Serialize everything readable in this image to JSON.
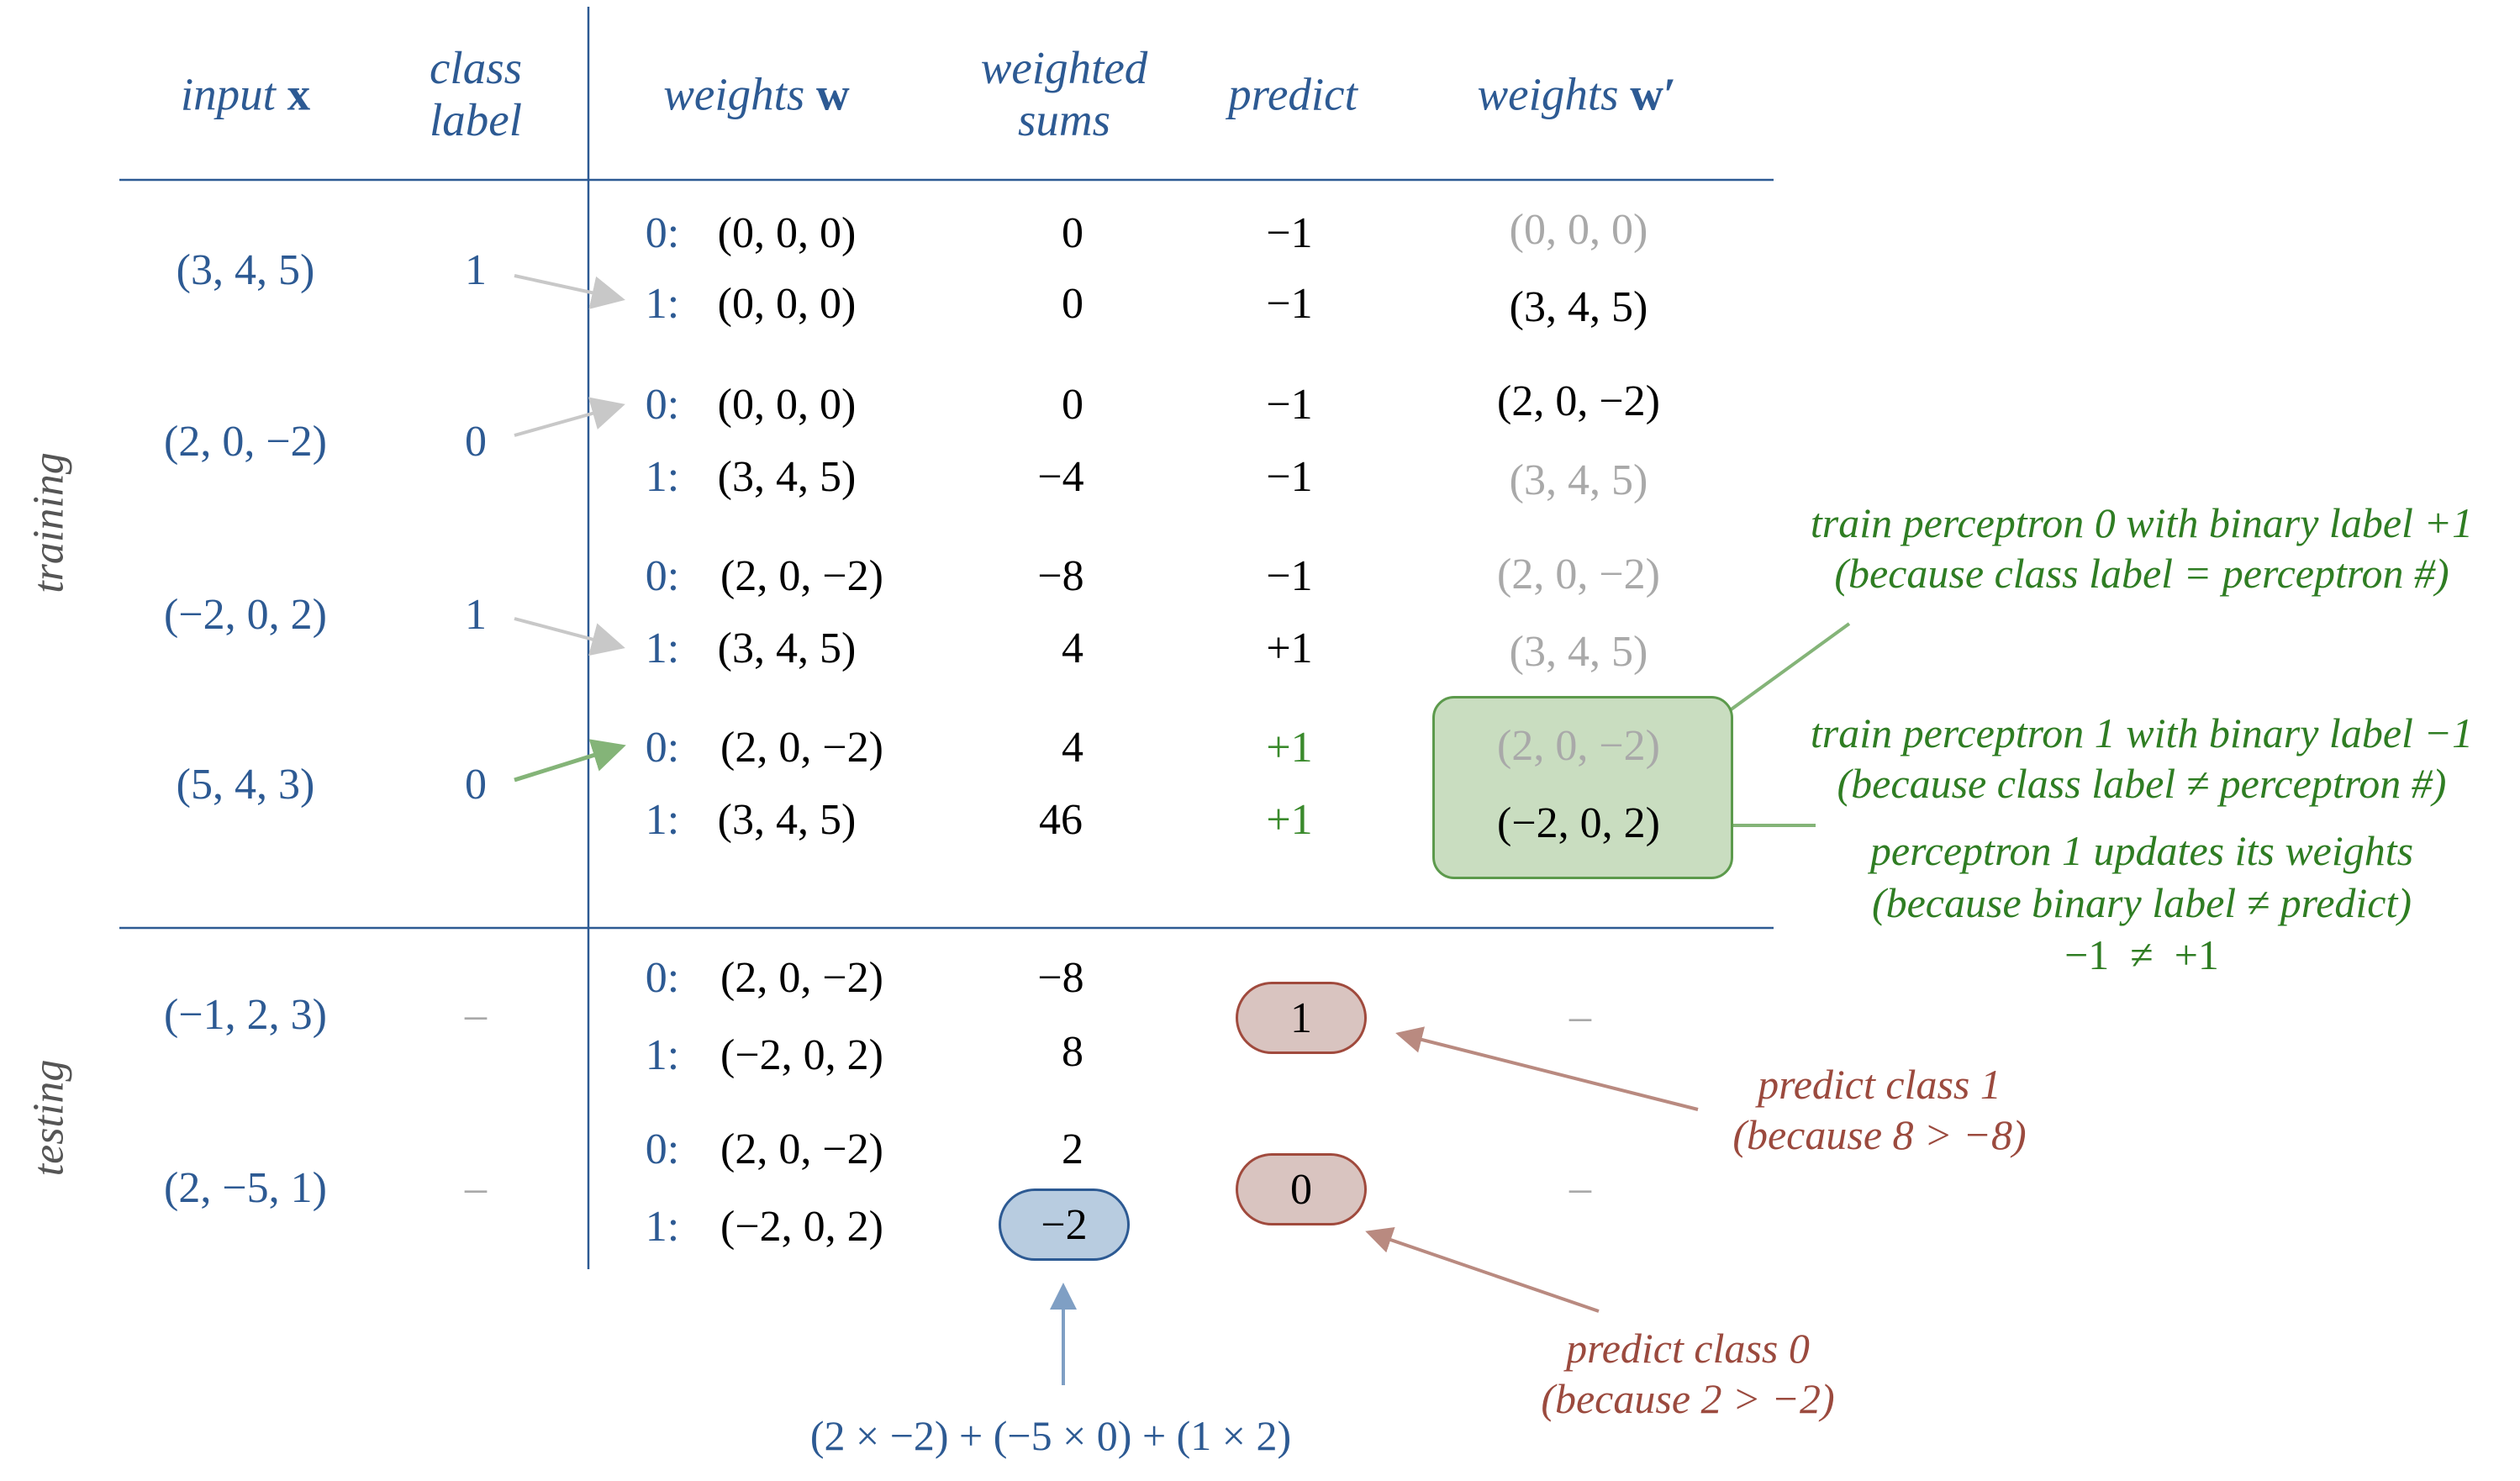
{
  "headers": {
    "input": "input",
    "input_bold": "x",
    "class_line1": "class",
    "class_line2": "label",
    "weights": "weights",
    "weights_bold": "w",
    "wsums_line1": "weighted",
    "wsums_line2": "sums",
    "predict": "predict",
    "wprime": "weights",
    "wprime_bold": "w′"
  },
  "side_labels": {
    "training": "training",
    "testing": "testing"
  },
  "training": [
    {
      "input": "(3, 4, 5)",
      "label": "1",
      "rows": [
        {
          "idx": "0:",
          "w": "(0, 0, 0)",
          "sum": "0",
          "pred": "−1",
          "wp": "(0, 0, 0)"
        },
        {
          "idx": "1:",
          "w": "(0, 0, 0)",
          "sum": "0",
          "pred": "−1",
          "wp": "(3, 4, 5)"
        }
      ]
    },
    {
      "input": "(2, 0, −2)",
      "label": "0",
      "rows": [
        {
          "idx": "0:",
          "w": "(0, 0, 0)",
          "sum": "0",
          "pred": "−1",
          "wp": "(2, 0, −2)"
        },
        {
          "idx": "1:",
          "w": "(3, 4, 5)",
          "sum": "−4",
          "pred": "−1",
          "wp": "(3, 4, 5)"
        }
      ]
    },
    {
      "input": "(−2, 0, 2)",
      "label": "1",
      "rows": [
        {
          "idx": "0:",
          "w": "(2, 0, −2)",
          "sum": "−8",
          "pred": "−1",
          "wp": "(2, 0, −2)"
        },
        {
          "idx": "1:",
          "w": "(3, 4, 5)",
          "sum": "4",
          "pred": "+1",
          "wp": "(3, 4, 5)"
        }
      ]
    },
    {
      "input": "(5, 4, 3)",
      "label": "0",
      "rows": [
        {
          "idx": "0:",
          "w": "(2, 0, −2)",
          "sum": "4",
          "pred": "+1",
          "wp": "(2, 0, −2)"
        },
        {
          "idx": "1:",
          "w": "(3, 4, 5)",
          "sum": "46",
          "pred": "+1",
          "wp": "(−2, 0, 2)"
        }
      ]
    }
  ],
  "testing": [
    {
      "input": "(−1, 2, 3)",
      "label": "–",
      "predict": "1",
      "wp": "–",
      "rows": [
        {
          "idx": "0:",
          "w": "(2, 0, −2)",
          "sum": "−8"
        },
        {
          "idx": "1:",
          "w": "(−2, 0, 2)",
          "sum": "8"
        }
      ]
    },
    {
      "input": "(2, −5, 1)",
      "label": "–",
      "predict": "0",
      "wp": "–",
      "rows": [
        {
          "idx": "0:",
          "w": "(2, 0, −2)",
          "sum": "2"
        },
        {
          "idx": "1:",
          "w": "(−2, 0, 2)",
          "sum": "−2"
        }
      ]
    }
  ],
  "annotations": {
    "train0_line1": "train perceptron 0 with binary label +1",
    "train0_line2": "(because class label = perceptron #)",
    "train1_line1": "train perceptron 1 with binary label −1",
    "train1_line2": "(because class label ≠ perceptron #)",
    "update_line1": "perceptron 1 updates its weights",
    "update_line2": "(because binary label ≠ predict)",
    "update_line3": "−1  ≠  +1",
    "pred1_line1": "predict class 1",
    "pred1_line2": "(because 8 > −8)",
    "pred0_line1": "predict class 0",
    "pred0_line2": "(because 2 > −2)",
    "formula": "(2 × −2) + (−5 × 0) + (1 × 2)"
  },
  "colors": {
    "header_blue": "#2d5a93",
    "annotation_green": "#2f7d23",
    "annotation_red": "#9b4a3e",
    "faded_gray": "#a9a9a9",
    "highlight_green_fill": "#c9ddc0",
    "predict_pill_fill": "#d9c4c0",
    "sum_pill_fill": "#b8cce0"
  }
}
